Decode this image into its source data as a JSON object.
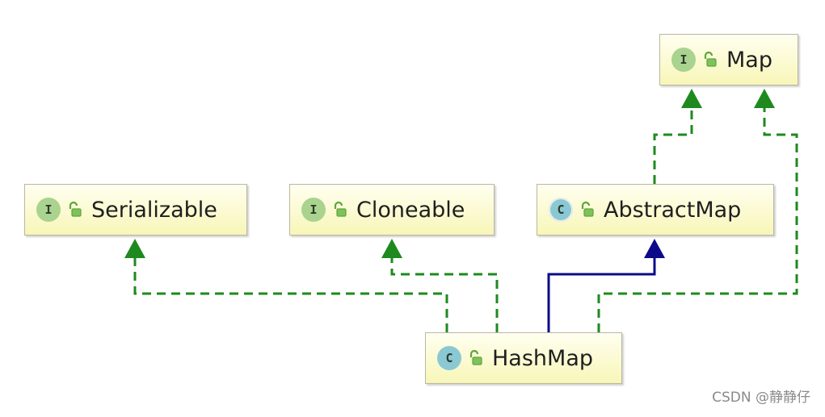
{
  "nodes": {
    "map": {
      "badge": "I",
      "label": "Map",
      "kind": "interface",
      "icon": "unlock-icon"
    },
    "serializable": {
      "badge": "I",
      "label": "Serializable",
      "kind": "interface",
      "icon": "unlock-icon"
    },
    "cloneable": {
      "badge": "I",
      "label": "Cloneable",
      "kind": "interface",
      "icon": "unlock-icon"
    },
    "abstractmap": {
      "badge": "C",
      "label": "AbstractMap",
      "kind": "abstract-class",
      "icon": "unlock-icon"
    },
    "hashmap": {
      "badge": "C",
      "label": "HashMap",
      "kind": "class",
      "icon": "unlock-icon"
    }
  },
  "edges": [
    {
      "from": "HashMap",
      "to": "Serializable",
      "type": "implements"
    },
    {
      "from": "HashMap",
      "to": "Cloneable",
      "type": "implements"
    },
    {
      "from": "HashMap",
      "to": "AbstractMap",
      "type": "extends"
    },
    {
      "from": "HashMap",
      "to": "Map",
      "type": "implements"
    },
    {
      "from": "AbstractMap",
      "to": "Map",
      "type": "implements"
    }
  ],
  "colors": {
    "implements": "#1e8a1e",
    "extends": "#0b0b8a",
    "node_border": "#b9b7a2",
    "interface_badge": "#a9d38f",
    "class_badge": "#8ac9d4"
  },
  "watermark": "CSDN @静静仔"
}
